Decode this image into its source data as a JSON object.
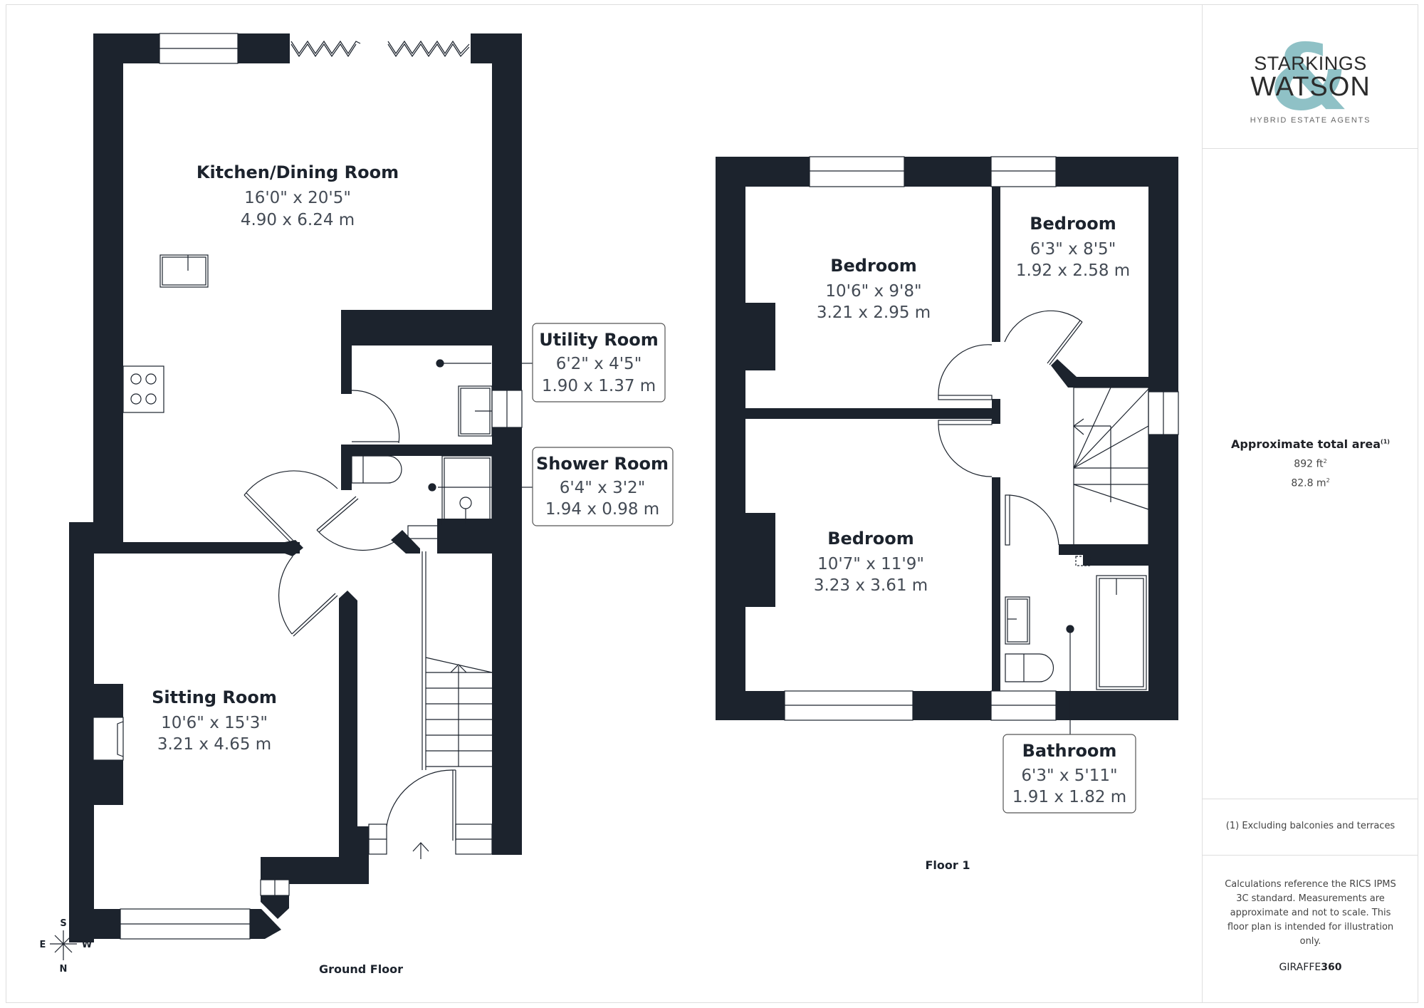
{
  "colors": {
    "wall": "#1c232d",
    "accent": "#8fc1c6",
    "border": "#dedede",
    "text_dim": "#444b55"
  },
  "brand": {
    "line1": "STARKINGS",
    "line2": "WATSON",
    "ampersand": "&",
    "tagline": "HYBRID ESTATE AGENTS"
  },
  "area": {
    "title": "Approximate total area",
    "footnote_marker": "(1)",
    "imperial_value": "892 ft",
    "imperial_sup": "2",
    "metric_value": "82.8 m",
    "metric_sup": "2"
  },
  "footnote": "(1) Excluding balconies and terraces",
  "disclaimer": "Calculations reference the RICS IPMS 3C standard. Measurements are approximate and not to scale. This floor plan is intended for illustration only.",
  "provider": {
    "prefix": "GIRAFFE",
    "suffix": "360"
  },
  "floors": [
    {
      "label": "Ground Floor",
      "rooms": [
        {
          "name": "Kitchen/Dining Room",
          "imperial": "16'0\" x 20'5\"",
          "metric": "4.90 x 6.24 m"
        },
        {
          "name": "Utility Room",
          "imperial": "6'2\" x 4'5\"",
          "metric": "1.90 x 1.37 m"
        },
        {
          "name": "Shower Room",
          "imperial": "6'4\" x 3'2\"",
          "metric": "1.94 x 0.98 m"
        },
        {
          "name": "Sitting Room",
          "imperial": "10'6\" x 15'3\"",
          "metric": "3.21 x 4.65 m"
        }
      ]
    },
    {
      "label": "Floor 1",
      "rooms": [
        {
          "name": "Bedroom",
          "imperial": "10'6\" x 9'8\"",
          "metric": "3.21 x 2.95 m"
        },
        {
          "name": "Bedroom",
          "imperial": "6'3\" x 8'5\"",
          "metric": "1.92 x 2.58 m"
        },
        {
          "name": "Bedroom",
          "imperial": "10'7\" x 11'9\"",
          "metric": "3.23 x 3.61 m"
        },
        {
          "name": "Bathroom",
          "imperial": "6'3\" x 5'11\"",
          "metric": "1.91 x 1.82 m"
        }
      ]
    }
  ],
  "compass": {
    "n": "N",
    "s": "S",
    "e": "E",
    "w": "W"
  }
}
